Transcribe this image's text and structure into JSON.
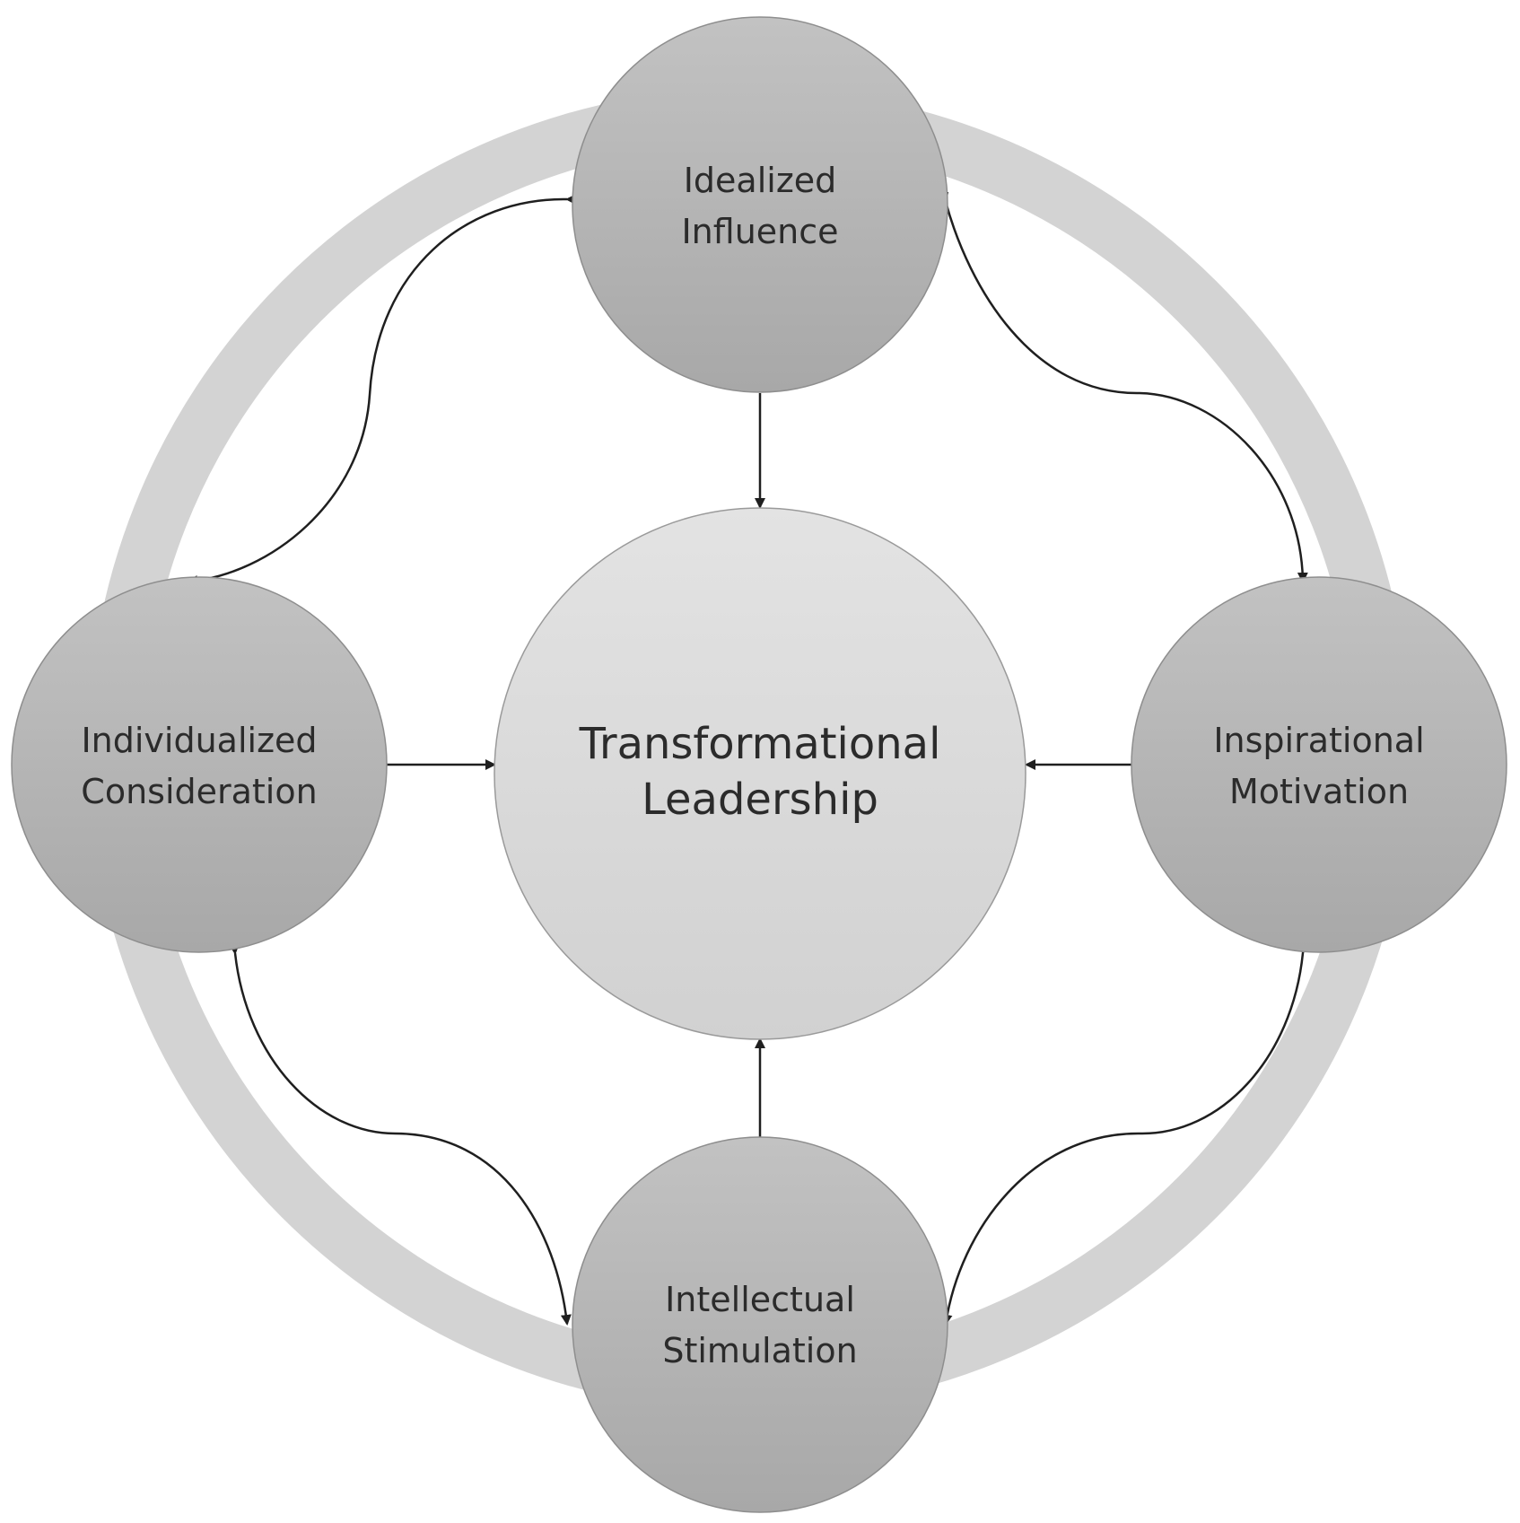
{
  "center": {
    "line1": "Transformational",
    "line2": "Leadership"
  },
  "nodes": {
    "top": {
      "line1": "Idealized",
      "line2": "Influence"
    },
    "right": {
      "line1": "Inspirational",
      "line2": "Motivation"
    },
    "bottom": {
      "line1": "Intellectual",
      "line2": "Stimulation"
    },
    "left": {
      "line1": "Individualized",
      "line2": "Consideration"
    }
  },
  "colors": {
    "outer_ring": "#d3d3d3",
    "node_fill_light": "#c3c3c3",
    "node_fill_dark": "#a9a9a9",
    "center_fill_light": "#e2e2e2",
    "center_fill_dark": "#d2d2d2",
    "node_border": "#8e8e8e",
    "arrow": "#1f1f1f",
    "text": "#2b2b2b"
  }
}
